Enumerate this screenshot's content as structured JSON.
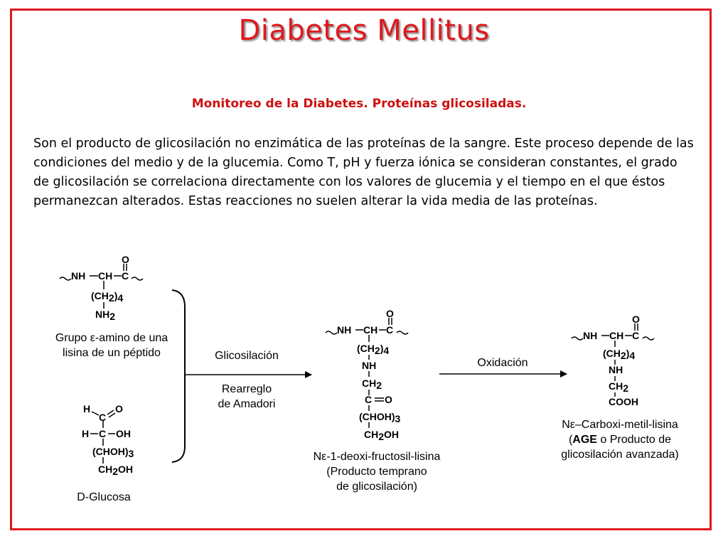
{
  "title": "Diabetes Mellitus",
  "subtitle": "Monitoreo de la Diabetes. Proteínas glicosiladas.",
  "paragraph": "Son el producto de glicosilación no enzimática de las proteínas de la sangre. Este proceso depende de las condiciones del medio y de la glucemia. Como T, pH y fuerza iónica se consideran constantes, el grado de glicosilación se correlaciona directamente con los valores de glucemia y el tiempo en el que éstos permanezcan alterados. Estas reacciones no suelen alterar la vida media de las proteínas.",
  "colors": {
    "accent": "#e0181e",
    "subtitle": "#cc1111"
  },
  "labels": {
    "lysine_line1": "Grupo ε-amino de una",
    "lysine_line2": "lisina de un péptido",
    "glucose": "D-Glucosa",
    "glycosylation": "Glicosilación",
    "rearrangement_line1": "Rearreglo",
    "rearrangement_line2": "de Amadori",
    "oxidation": "Oxidación",
    "fructosyl_line1": "Nε-1-deoxi-fructosil-lisina",
    "fructosyl_line2": "(Producto temprano",
    "fructosyl_line3": "de glicosilación)",
    "cml_line1": "Nε–Carboxi-metil-lisina",
    "cml_open": "(",
    "cml_bold": "AGE",
    "cml_rest": " o Producto de",
    "cml_line3": "glicosilación avanzada)"
  },
  "structures": {
    "lysine": {
      "backbone_nh": "NH",
      "backbone_ch": "CH",
      "backbone_c": "C",
      "oxygen": "O",
      "ch2": "(CH",
      "ch2_sub": "2",
      "ch2_close": ")",
      "ch2_count": "4",
      "nh2": "NH",
      "nh2_sub": "2"
    },
    "glucose": {
      "h_top": "H",
      "c_top": "C",
      "o_top": "O",
      "h_mid": "H",
      "c_mid": "C",
      "oh_mid": "OH",
      "chohn": "(CHOH)",
      "chohn_sub": "3",
      "ch2oh": "CH",
      "ch2oh_sub": "2",
      "ch2oh_end": "OH"
    },
    "fructosyl": {
      "backbone_nh": "NH",
      "backbone_ch": "CH",
      "backbone_c": "C",
      "oxygen": "O",
      "ch2": "(CH",
      "ch2_sub": "2",
      "ch2_close": ")",
      "ch2_count": "4",
      "nh": "NH",
      "ch2b": "CH",
      "ch2b_sub": "2",
      "co": "C",
      "co_o": "O",
      "chohn": "(CHOH)",
      "chohn_sub": "3",
      "ch2oh": "CH",
      "ch2oh_sub": "2",
      "ch2oh_end": "OH"
    },
    "cml": {
      "backbone_nh": "NH",
      "backbone_ch": "CH",
      "backbone_c": "C",
      "oxygen": "O",
      "ch2": "(CH",
      "ch2_sub": "2",
      "ch2_close": ")",
      "ch2_count": "4",
      "nh": "NH",
      "ch2b": "CH",
      "ch2b_sub": "2",
      "cooh": "COOH"
    }
  }
}
